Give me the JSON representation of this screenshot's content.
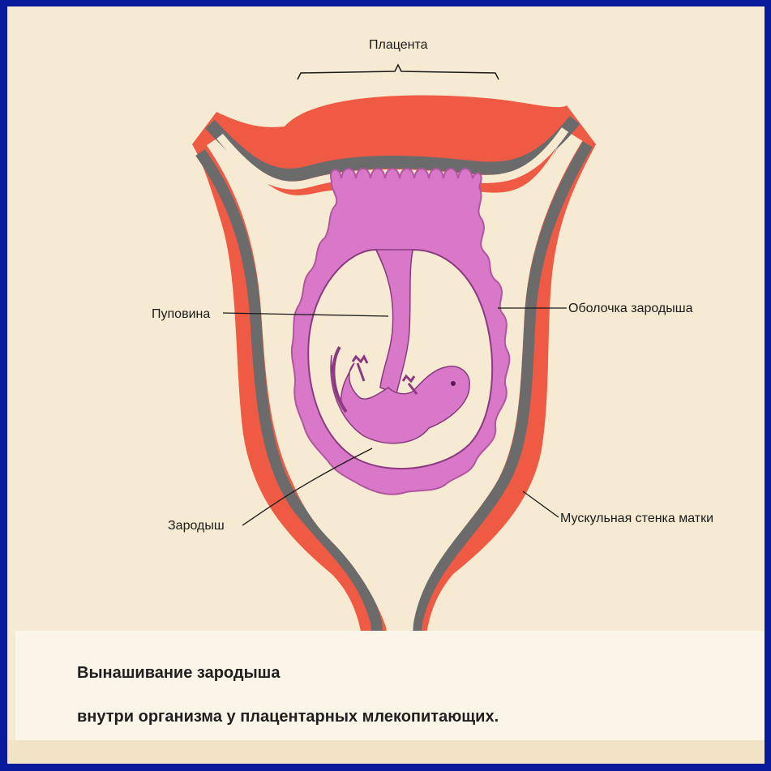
{
  "colors": {
    "background": "#f7ead2",
    "frame": "#0a1a9c",
    "muscle": "#ef5a45",
    "mucosa": "#6b6b6b",
    "membrane": "#d978c8",
    "text": "#1a1a1a"
  },
  "labels": {
    "placenta": "Плацента",
    "umbilical_cord": "Пуповина",
    "membrane": "Оболочка зародыша",
    "embryo": "Зародыш",
    "uterus_wall": "Мускульная стенка матки"
  },
  "caption": {
    "line1": "Вынашивание зародыша",
    "line2": "внутри организма у плацентарных млекопитающих."
  }
}
